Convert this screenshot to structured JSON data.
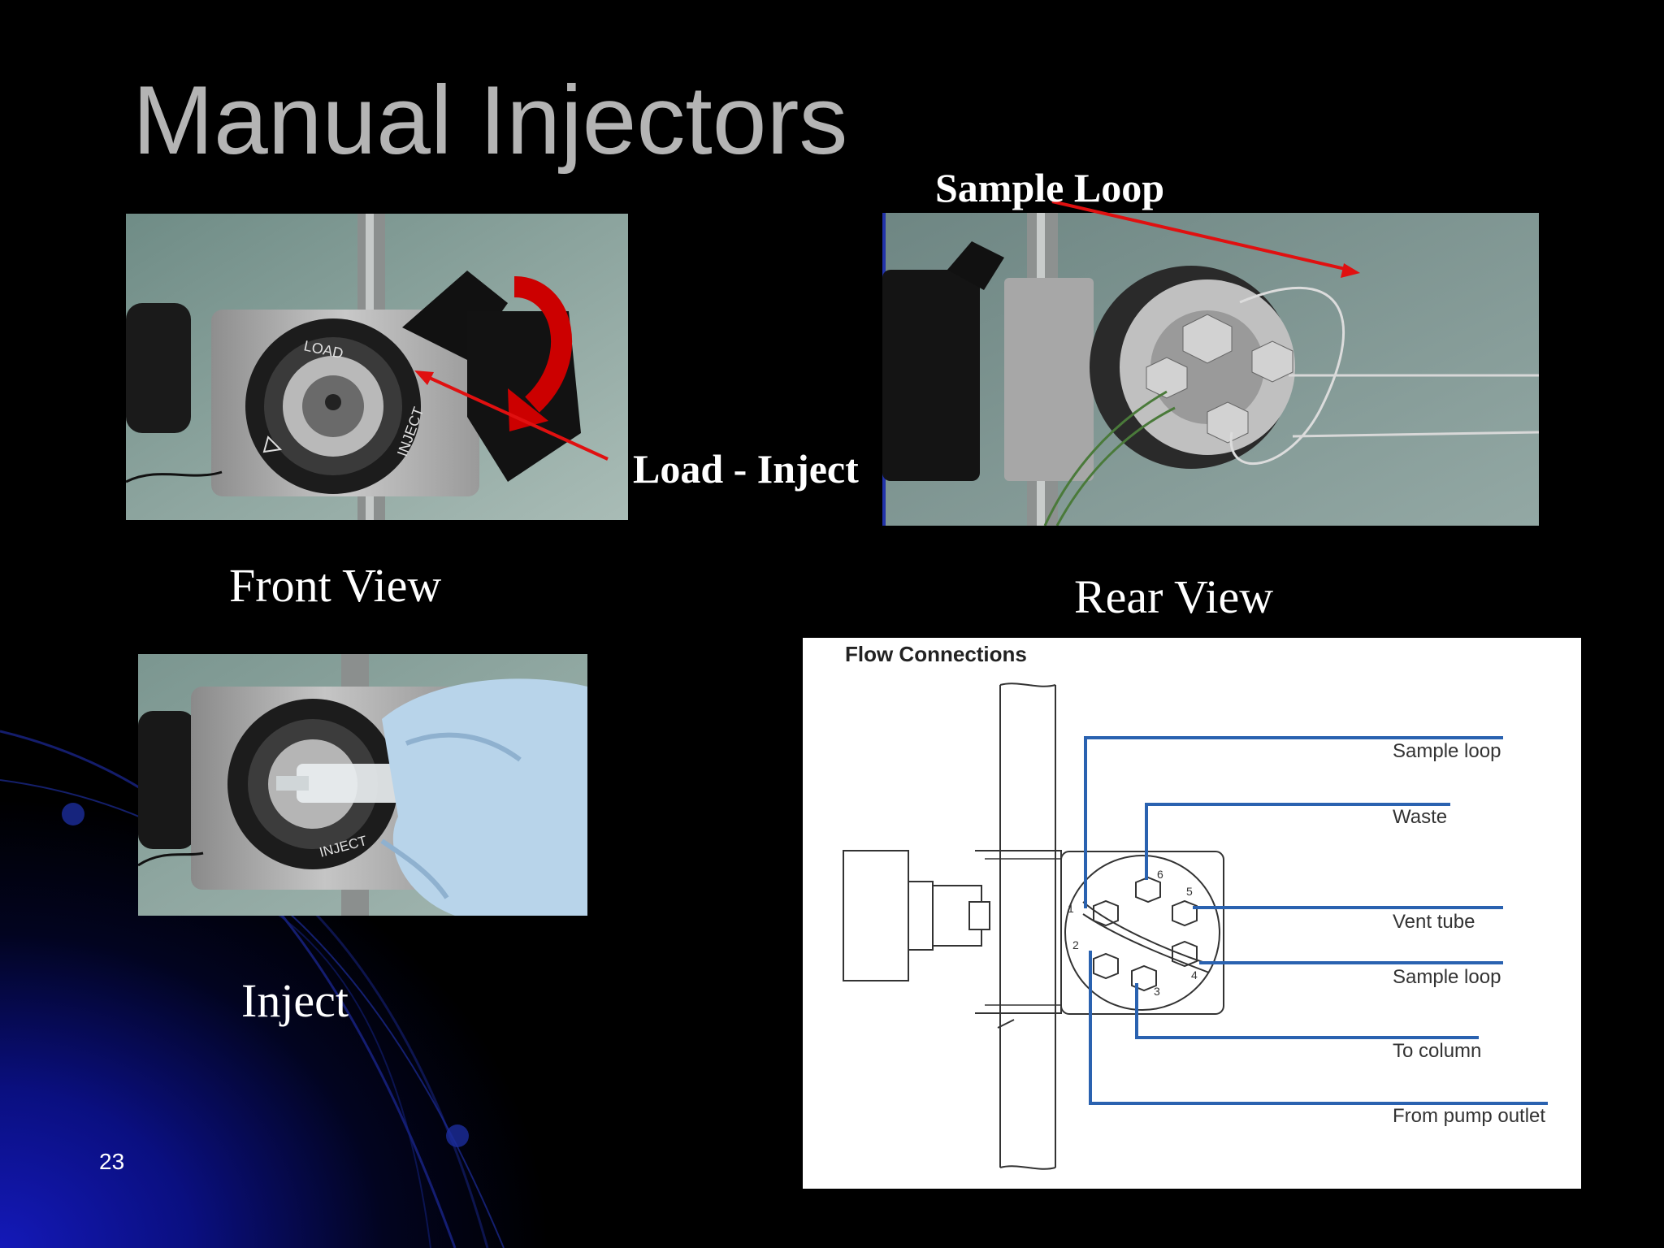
{
  "slide": {
    "title": "Manual Injectors",
    "number": "23"
  },
  "photos": {
    "front_view": {
      "caption": "Front View",
      "dial_labels": [
        "LOAD",
        "INJECT"
      ]
    },
    "rear_view": {
      "caption": "Rear View"
    },
    "inject": {
      "caption": "Inject",
      "dial_labels": [
        "INJECT"
      ]
    }
  },
  "callouts": {
    "sample_loop": "Sample Loop",
    "load_inject": "Load - Inject"
  },
  "diagram": {
    "title": "Flow Connections",
    "labels": [
      "Sample loop",
      "Waste",
      "Vent tube",
      "Sample loop",
      "To column",
      "From pump outlet"
    ],
    "port_numbers": [
      "1",
      "2",
      "3",
      "4",
      "5",
      "6"
    ]
  },
  "colors": {
    "background": "#000000",
    "title": "#b4b4b4",
    "callout_arrow": "#e01010",
    "diagram_line": "#2a62b0",
    "accent_blue": "#0a12a8"
  }
}
